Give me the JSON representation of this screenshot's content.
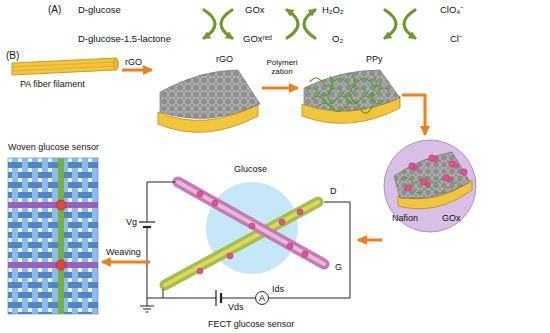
{
  "diagram": {
    "nodes": [
      {
        "text": [
          "PA fiber filament"
        ]
      },
      {
        "text": [
          "rGO"
        ]
      },
      {
        "text": [
          "PPy"
        ]
      },
      {
        "text": [
          "Nafion",
          "GOx"
        ]
      },
      {
        "text": [
          "FECT glucose sensor"
        ]
      },
      {
        "text": [
          "A"
        ],
        "in": 4
      },
      {
        "text": [
          "Woven glucose sensor"
        ]
      }
    ],
    "edges": [
      {
        "from": 0,
        "to": 1,
        "arrow": "to",
        "label": "rGO"
      },
      {
        "from": 1,
        "to": 2,
        "arrow": "to",
        "label": "Polymerization"
      },
      {
        "from": 2,
        "to": 3,
        "arrow": "to"
      },
      {
        "from": 3,
        "to": 4,
        "arrow": "to"
      },
      {
        "from": 4,
        "to": 6,
        "arrow": "to",
        "label": "Weaving"
      }
    ],
    "labels": [
      "(A)",
      "D-glucose",
      "D-glucose-1,5-lactone",
      "GOx",
      "GOxʳᵉᵈ",
      "H₂O₂",
      "O₂",
      "ClO₄⁻",
      "Cl⁻",
      "(B)",
      "Glucose",
      "D",
      "G",
      "Vg",
      "Vds",
      "Ids"
    ]
  }
}
